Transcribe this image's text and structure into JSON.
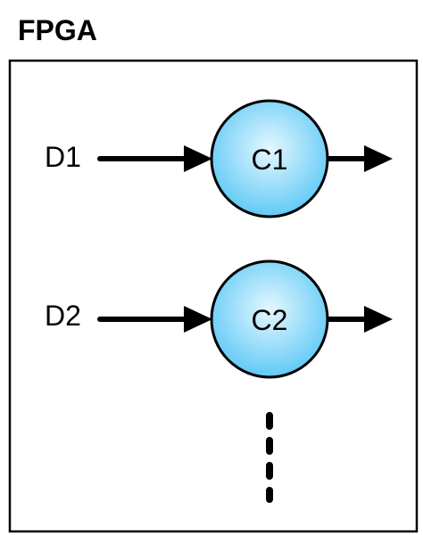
{
  "diagram": {
    "title": "FPGA",
    "rows": [
      {
        "input_label": "D1",
        "node_label": "C1"
      },
      {
        "input_label": "D2",
        "node_label": "C2"
      }
    ],
    "colors": {
      "node_fill_center": "#e6f7ff",
      "node_fill_edge": "#5cc8f5",
      "stroke": "#000000"
    }
  }
}
